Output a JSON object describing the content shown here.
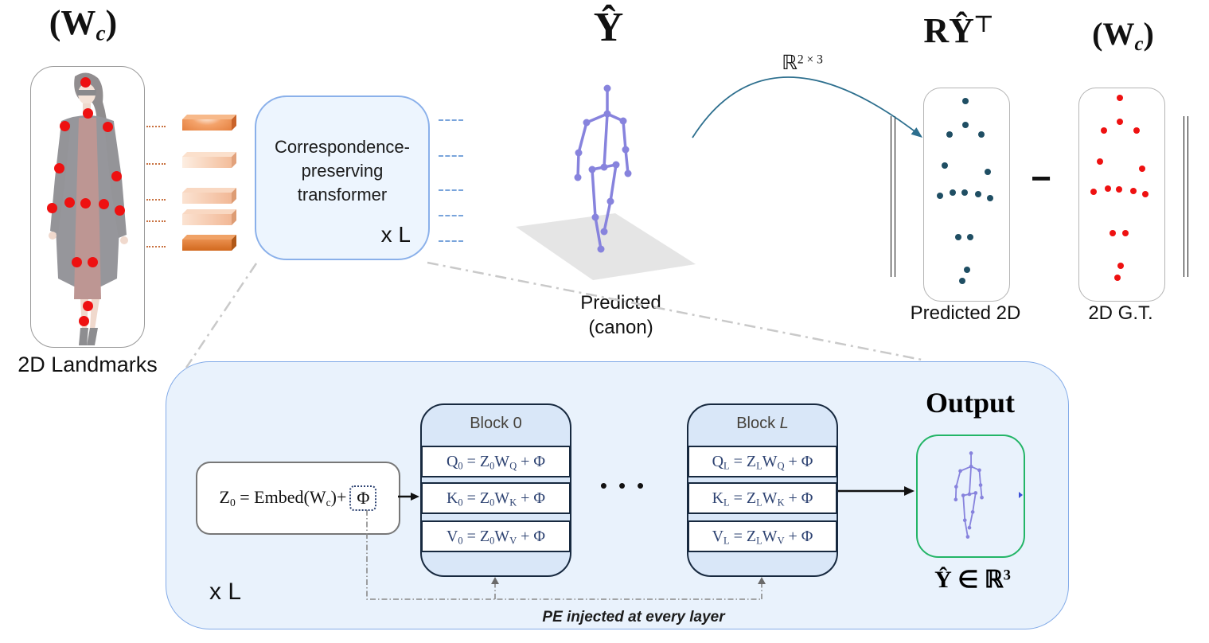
{
  "figure": {
    "input": {
      "matrix_label": "(W_{c})",
      "caption": "2D Landmarks"
    },
    "encoder": {
      "lines": [
        "Correspondence-",
        "preserving",
        "transformer"
      ],
      "repeat_label": "x L"
    },
    "canonical": {
      "symbol": "Ŷ",
      "caption_line1": "Predicted",
      "caption_line2": "(canon)"
    },
    "projection": {
      "space_label": "ℝ^{2 × 3}"
    },
    "loss": {
      "rotated_label": "RŶ^{⊤}",
      "gt_matrix_label": "(W_{c})",
      "minus": "−",
      "pred_caption": "Predicted 2D",
      "gt_caption": "2D G.T."
    },
    "detail": {
      "embed_formula_prefix": "Z_{0} = Embed(W_{c})+",
      "phi": "Φ",
      "repeat_label": "x L",
      "blocks": [
        {
          "title": "Block 0",
          "rows": [
            "Q_{0} = Z_{0}W_{Q} + Φ",
            "K_{0} = Z_{0}W_{K} + Φ",
            "V_{0} = Z_{0}W_{V} + Φ"
          ]
        },
        {
          "title": "Block *L*",
          "rows": [
            "Q_{L} = Z_{L}W_{Q} + Φ",
            "K_{L} = Z_{L}W_{K} + Φ",
            "V_{L} = Z_{L}W_{V} + Φ"
          ]
        }
      ],
      "ellipsis": "•••",
      "pe_note": "PE injected at every layer",
      "output_title": "Output",
      "output_formula": "Ŷ ∈ ℝ^{3}"
    }
  },
  "points": {
    "landmarks_pct": [
      [
        48.4,
        5.6
      ],
      [
        50,
        16.7
      ],
      [
        30.1,
        21.2
      ],
      [
        67.8,
        21.4
      ],
      [
        24.9,
        36.1
      ],
      [
        75.4,
        39.1
      ],
      [
        19,
        50.3
      ],
      [
        34.3,
        48.4
      ],
      [
        48.4,
        48.6
      ],
      [
        64.3,
        49.1
      ],
      [
        78.4,
        51.2
      ],
      [
        40.4,
        69.7
      ],
      [
        54.4,
        69.7
      ],
      [
        50.7,
        85.3
      ],
      [
        46.5,
        90.8
      ]
    ],
    "pred2d_pct": [
      [
        48.6,
        6.0
      ],
      [
        48.6,
        17.2
      ],
      [
        29.9,
        21.7
      ],
      [
        67.3,
        21.7
      ],
      [
        24.3,
        36.3
      ],
      [
        74.8,
        39.3
      ],
      [
        18.7,
        50.6
      ],
      [
        33.6,
        49.1
      ],
      [
        47.7,
        49.1
      ],
      [
        63.6,
        49.8
      ],
      [
        77.6,
        51.7
      ],
      [
        40.2,
        70.0
      ],
      [
        54.2,
        70.0
      ],
      [
        50.5,
        85.4
      ],
      [
        44.9,
        90.6
      ]
    ],
    "gt2d_pct": [
      [
        47.3,
        4.6
      ],
      [
        47.3,
        15.8
      ],
      [
        28.7,
        20.0
      ],
      [
        67.0,
        20.0
      ],
      [
        24.0,
        34.6
      ],
      [
        73.8,
        37.7
      ],
      [
        17.1,
        48.7
      ],
      [
        33.4,
        47.1
      ],
      [
        46.7,
        47.5
      ],
      [
        63.3,
        48.3
      ],
      [
        77.3,
        49.9
      ],
      [
        39.0,
        68.1
      ],
      [
        53.9,
        68.1
      ],
      [
        48.3,
        83.6
      ],
      [
        44.6,
        89.0
      ]
    ]
  },
  "skeleton": {
    "joints": {
      "head": [
        763,
        111
      ],
      "neck": [
        763,
        143
      ],
      "shoulder_l": [
        737,
        154
      ],
      "shoulder_r": [
        783,
        152
      ],
      "elbow_l": [
        727,
        192
      ],
      "elbow_r": [
        786,
        188
      ],
      "wrist_l": [
        726,
        223
      ],
      "wrist_r": [
        789,
        218
      ],
      "pelvis": [
        759,
        210
      ],
      "hip_l": [
        744,
        213
      ],
      "hip_r": [
        774,
        207
      ],
      "knee_l": [
        748,
        273
      ],
      "knee_r": [
        767,
        253
      ],
      "ankle_l": [
        755,
        313
      ],
      "ankle_r": [
        759,
        291
      ]
    },
    "bones": [
      [
        "head",
        "neck"
      ],
      [
        "neck",
        "shoulder_l"
      ],
      [
        "neck",
        "shoulder_r"
      ],
      [
        "shoulder_l",
        "elbow_l"
      ],
      [
        "elbow_l",
        "wrist_l"
      ],
      [
        "shoulder_r",
        "elbow_r"
      ],
      [
        "elbow_r",
        "wrist_r"
      ],
      [
        "neck",
        "pelvis"
      ],
      [
        "pelvis",
        "hip_l"
      ],
      [
        "pelvis",
        "hip_r"
      ],
      [
        "hip_l",
        "knee_l"
      ],
      [
        "knee_l",
        "ankle_l"
      ],
      [
        "hip_r",
        "knee_r"
      ],
      [
        "knee_r",
        "ankle_r"
      ]
    ]
  },
  "bars": [
    {
      "face": "radial-gradient(ellipse at 50% -30%, #ffffff 0%, #f4a36b 45%, #e5803f 100%)",
      "top": "#f7b98a",
      "side": "#c9632a"
    },
    {
      "face": "linear-gradient(90deg, #fdeee2, #f3bd9a)",
      "top": "#fbe0cc",
      "side": "#e2a27c"
    },
    {
      "face": "linear-gradient(90deg, #fbe3d2, #f2b896)",
      "top": "#f9d8c2",
      "side": "#dd9c74"
    },
    {
      "face": "linear-gradient(90deg, #fbe3d2, #f2b896)",
      "top": "#f9d8c2",
      "side": "#dd9c74"
    },
    {
      "face": "linear-gradient(180deg, #e98e4d, #d2691e)",
      "top": "#f0a266",
      "side": "#b05818"
    }
  ],
  "ticks": {
    "orange_ys": [
      158,
      205,
      250,
      277,
      309
    ],
    "blue_ys": [
      150,
      195,
      238,
      270,
      302
    ],
    "bar_ys": [
      150,
      197,
      242,
      269,
      301
    ]
  },
  "colors": {
    "box_border_blue": "#8ab0ea",
    "box_fill_blue": "#edf5fe",
    "block_border_navy": "#17293f",
    "block_header_fill": "#d9e7f8",
    "equation_navy": "#2e4372",
    "output_green": "#23b567",
    "landmark_red": "#ee1111",
    "pred_dot_navy": "#1f4e63",
    "arrow_teal": "#2d6f8e",
    "gray_dash": "#c9c9c9",
    "skeleton_purple": "#8783dd",
    "plane_gray": "#e4e4e4"
  }
}
